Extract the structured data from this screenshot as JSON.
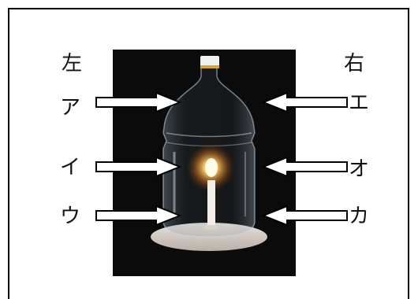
{
  "labels": {
    "left_heading": "左",
    "right_heading": "右",
    "a": "ア",
    "i": "イ",
    "u": "ウ",
    "e": "エ",
    "o": "オ",
    "ka": "カ"
  },
  "colors": {
    "photo_background": "#0b0b0b",
    "flame": "#ffb74d",
    "candle": "#f2ede6",
    "bottle_cap": "#f0f0f0",
    "cap_ring": "#d4a72c"
  },
  "icons": {
    "arrow": "block-arrow-icon",
    "candle": "candle-icon",
    "bottle": "plastic-bottle-icon"
  }
}
